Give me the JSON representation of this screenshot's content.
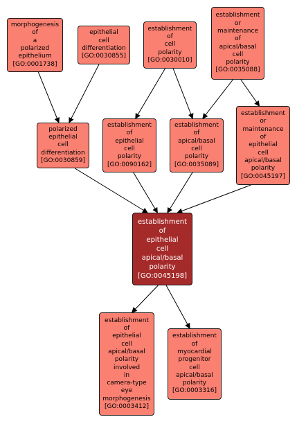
{
  "colors": {
    "node_fill": "#fa8072",
    "focus_fill": "#a52a2a",
    "edge": "#000000",
    "background": "#ffffff"
  },
  "nodes": {
    "n0001738": {
      "lines": [
        "morphogenesis",
        "of",
        "a",
        "polarized",
        "epithelium",
        "[GO:0001738]"
      ]
    },
    "n0030855": {
      "lines": [
        "epithelial",
        "cell",
        "differentiation",
        "[GO:0030855]"
      ]
    },
    "n0030010": {
      "lines": [
        "establishment",
        "of",
        "cell",
        "polarity",
        "[GO:0030010]"
      ]
    },
    "n0035088": {
      "lines": [
        "establishment",
        "or",
        "maintenance",
        "of",
        "apical/basal",
        "cell",
        "polarity",
        "[GO:0035088]"
      ]
    },
    "n0030859": {
      "lines": [
        "polarized",
        "epithelial",
        "cell",
        "differentiation",
        "[GO:0030859]"
      ]
    },
    "n0090162": {
      "lines": [
        "establishment",
        "of",
        "epithelial",
        "cell",
        "polarity",
        "[GO:0090162]"
      ]
    },
    "n0035089": {
      "lines": [
        "establishment",
        "of",
        "apical/basal",
        "cell",
        "polarity",
        "[GO:0035089]"
      ]
    },
    "n0045197": {
      "lines": [
        "establishment",
        "or",
        "maintenance",
        "of",
        "epithelial",
        "cell",
        "apical/basal",
        "polarity",
        "[GO:0045197]"
      ]
    },
    "n0045198": {
      "lines": [
        "establishment",
        "of",
        "epithelial",
        "cell",
        "apical/basal",
        "polarity",
        "[GO:0045198]"
      ]
    },
    "n0003412": {
      "lines": [
        "establishment",
        "of",
        "epithelial",
        "cell",
        "apical/basal",
        "polarity",
        "involved",
        "in",
        "camera-type",
        "eye",
        "morphogenesis",
        "[GO:0003412]"
      ]
    },
    "n0003316": {
      "lines": [
        "establishment",
        "of",
        "myocardial",
        "progenitor",
        "cell",
        "apical/basal",
        "polarity",
        "[GO:0003316]"
      ]
    }
  },
  "edges": [
    [
      "n0001738",
      "n0030859"
    ],
    [
      "n0030855",
      "n0030859"
    ],
    [
      "n0030010",
      "n0090162"
    ],
    [
      "n0030010",
      "n0035089"
    ],
    [
      "n0035088",
      "n0035089"
    ],
    [
      "n0035088",
      "n0045197"
    ],
    [
      "n0030859",
      "n0045198"
    ],
    [
      "n0090162",
      "n0045198"
    ],
    [
      "n0035089",
      "n0045198"
    ],
    [
      "n0045197",
      "n0045198"
    ],
    [
      "n0045198",
      "n0003412"
    ],
    [
      "n0045198",
      "n0003316"
    ]
  ]
}
